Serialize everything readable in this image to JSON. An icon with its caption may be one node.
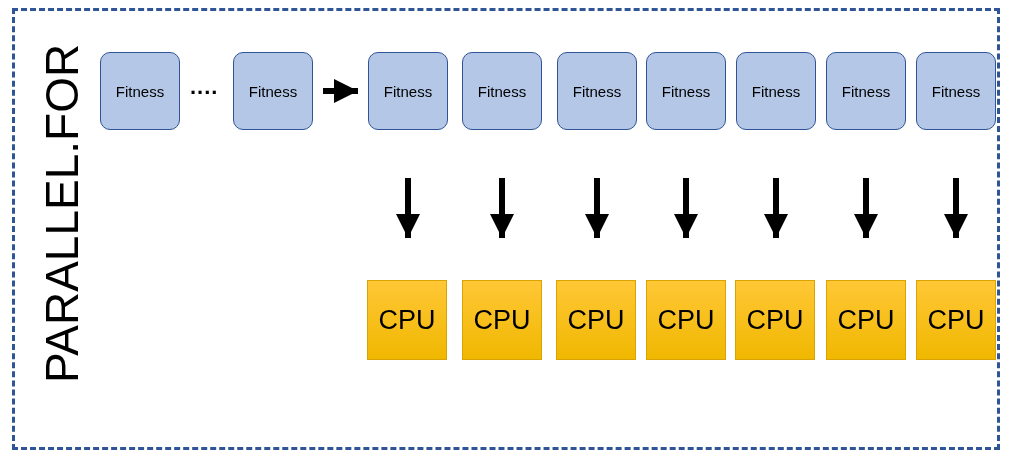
{
  "diagram": {
    "nodes": [
      {
        "text": [
          "PARALLEL.FOR"
        ]
      },
      {
        "text": [
          "Fitness"
        ],
        "in": 0
      },
      {
        "text": [
          "Fitness"
        ],
        "in": 0
      },
      {
        "text": [
          "Fitness"
        ],
        "in": 0
      },
      {
        "text": [
          "Fitness"
        ],
        "in": 0
      },
      {
        "text": [
          "Fitness"
        ],
        "in": 0
      },
      {
        "text": [
          "Fitness"
        ],
        "in": 0
      },
      {
        "text": [
          "Fitness"
        ],
        "in": 0
      },
      {
        "text": [
          "Fitness"
        ],
        "in": 0
      },
      {
        "text": [
          "Fitness"
        ],
        "in": 0
      },
      {
        "text": [
          "CPU"
        ],
        "in": 0
      },
      {
        "text": [
          "CPU"
        ],
        "in": 0
      },
      {
        "text": [
          "CPU"
        ],
        "in": 0
      },
      {
        "text": [
          "CPU"
        ],
        "in": 0
      },
      {
        "text": [
          "CPU"
        ],
        "in": 0
      },
      {
        "text": [
          "CPU"
        ],
        "in": 0
      },
      {
        "text": [
          "CPU"
        ],
        "in": 0
      }
    ],
    "edges": [
      {
        "from": 2,
        "to": 3,
        "arrow": "to"
      },
      {
        "from": 3,
        "to": 10,
        "arrow": "to"
      },
      {
        "from": 4,
        "to": 11,
        "arrow": "to"
      },
      {
        "from": 5,
        "to": 12,
        "arrow": "to"
      },
      {
        "from": 6,
        "to": 13,
        "arrow": "to"
      },
      {
        "from": 7,
        "to": 14,
        "arrow": "to"
      },
      {
        "from": 8,
        "to": 15,
        "arrow": "to"
      },
      {
        "from": 9,
        "to": 16,
        "arrow": "to"
      }
    ],
    "labels": [
      "...."
    ]
  }
}
